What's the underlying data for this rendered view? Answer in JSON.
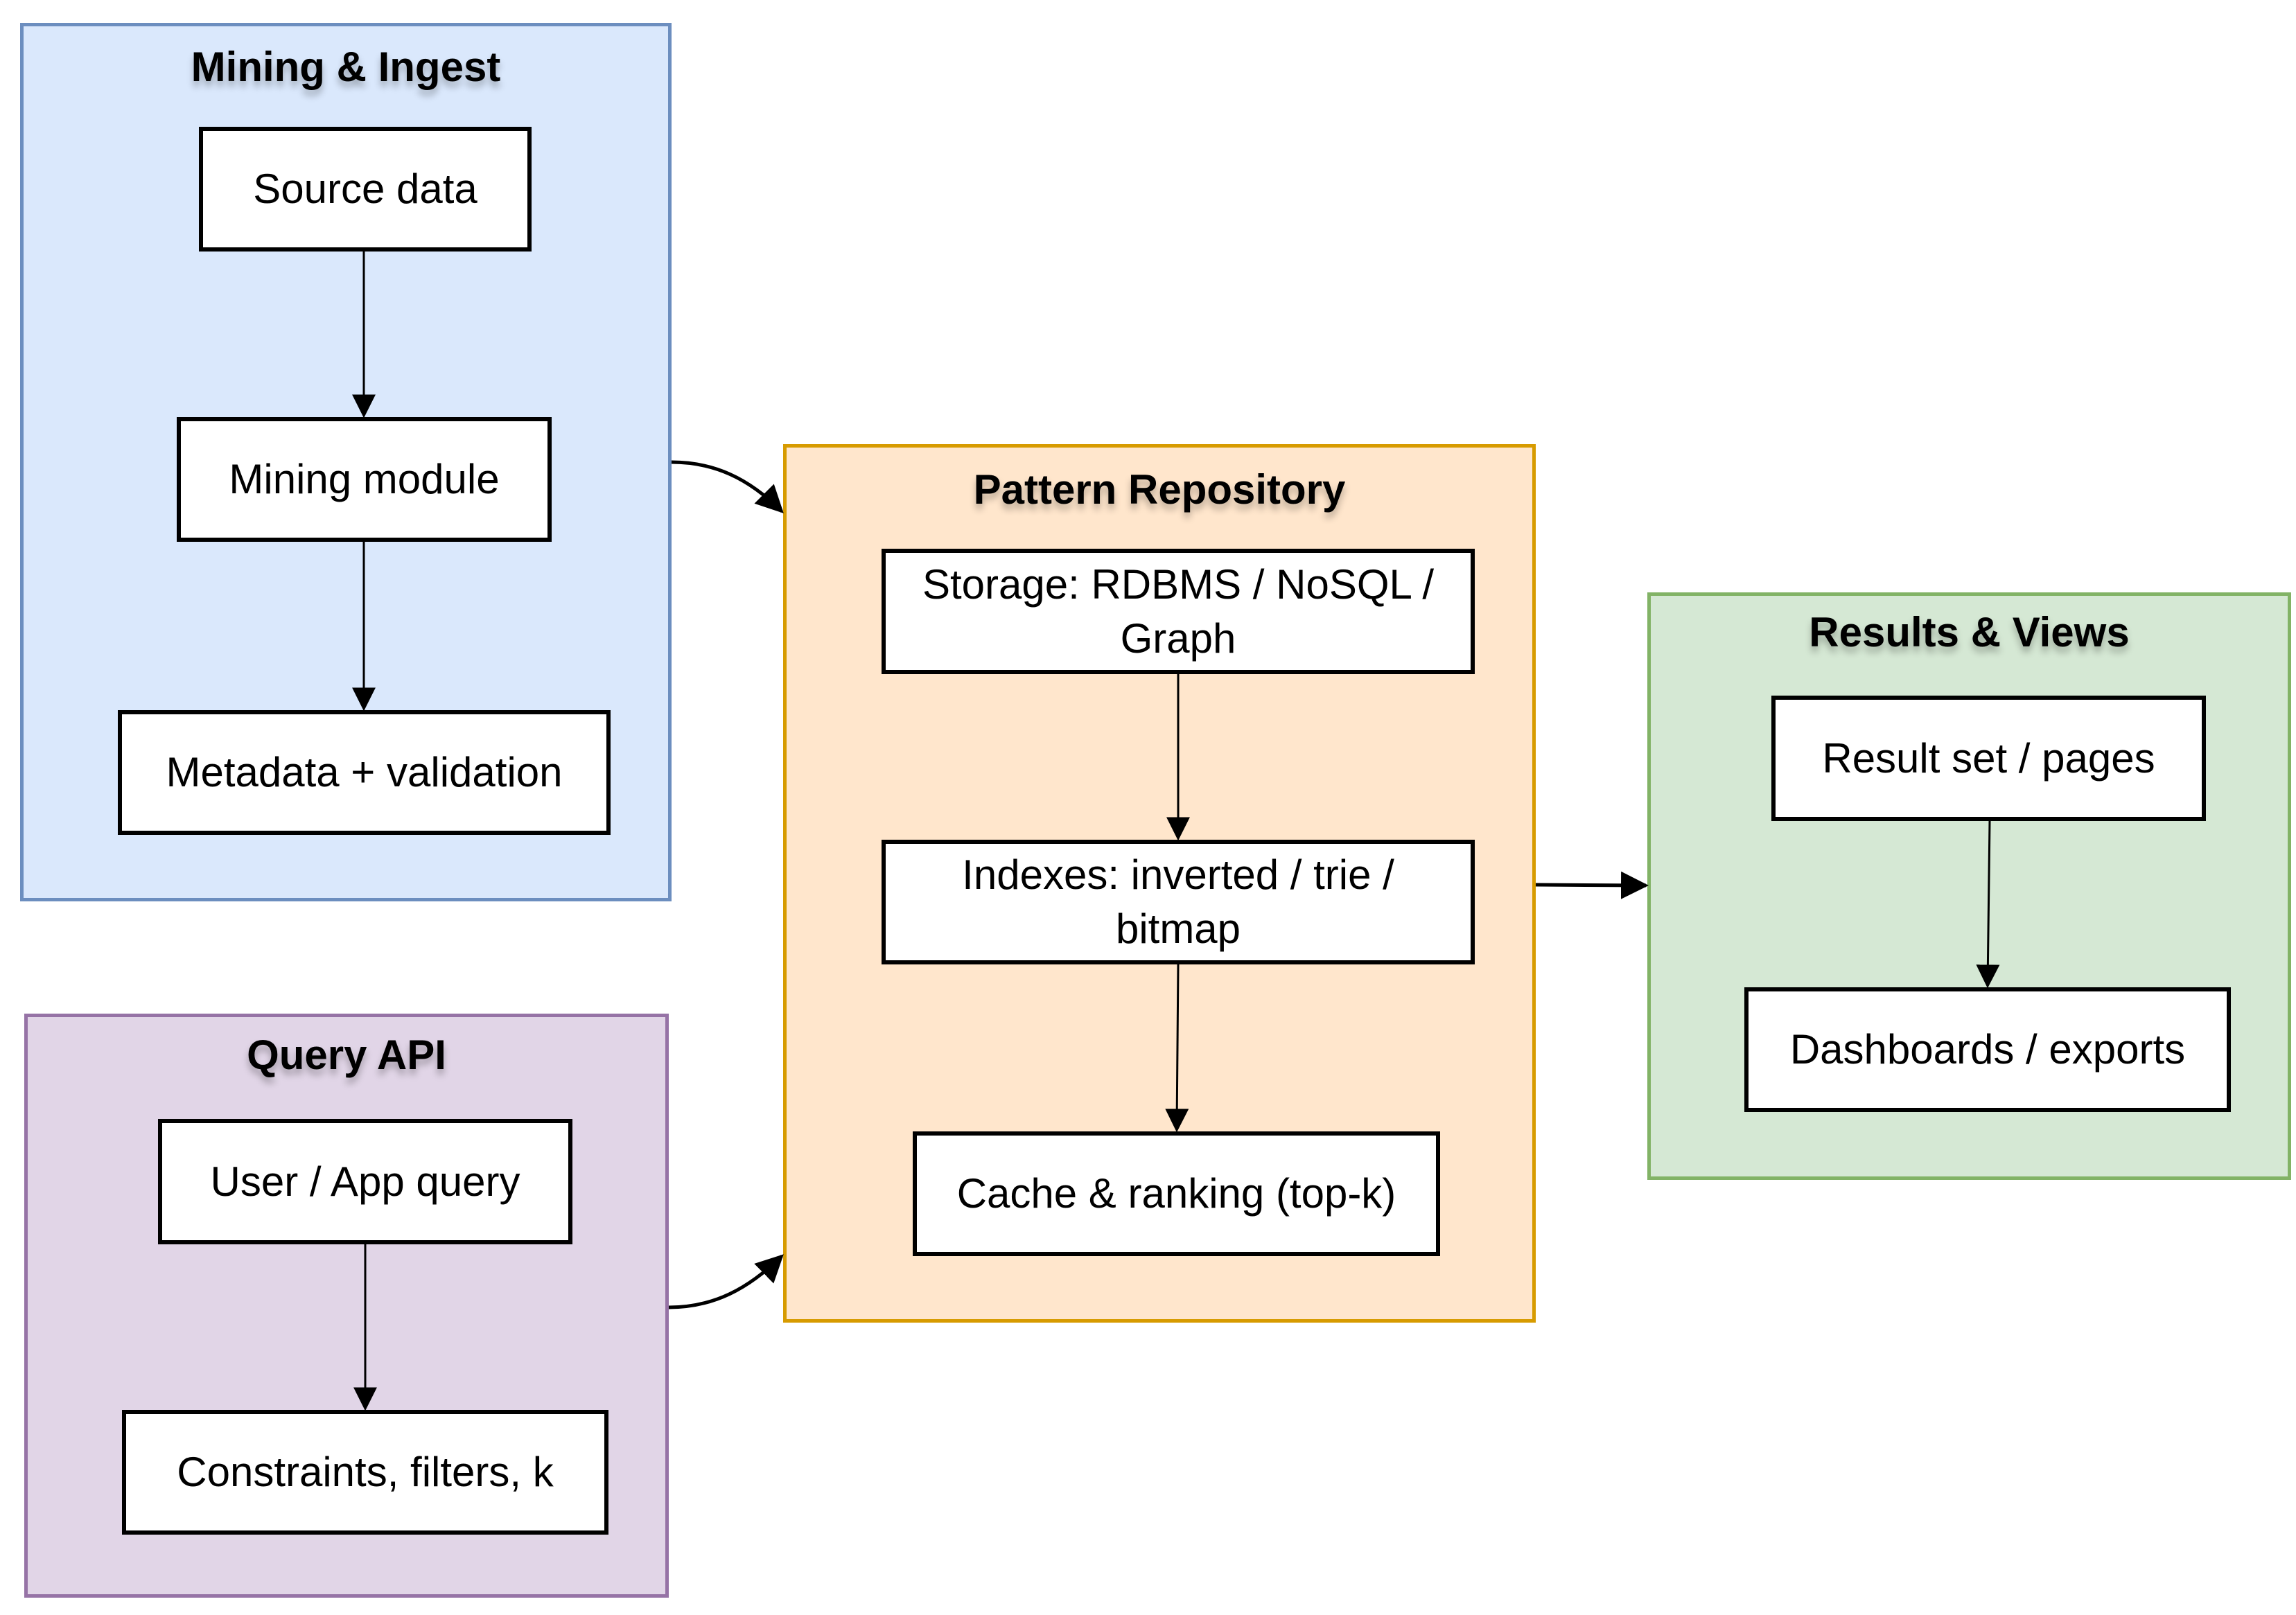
{
  "groups": {
    "mining_ingest": {
      "title": "Mining & Ingest",
      "color_fill": "#dae8fc",
      "color_stroke": "#6c8ebf",
      "nodes": [
        "Source data",
        "Mining module",
        "Metadata + validation"
      ]
    },
    "query_api": {
      "title": "Query API",
      "color_fill": "#e1d5e7",
      "color_stroke": "#9673a6",
      "nodes": [
        "User / App query",
        "Constraints, filters, k"
      ]
    },
    "pattern_repository": {
      "title": "Pattern Repository",
      "color_fill": "#ffe6cc",
      "color_stroke": "#d79b00",
      "nodes": [
        "Storage: RDBMS / NoSQL / Graph",
        "Indexes: inverted / trie / bitmap",
        "Cache & ranking (top-k)"
      ]
    },
    "results_views": {
      "title": "Results & Views",
      "color_fill": "#d5e8d4",
      "color_stroke": "#82b366",
      "nodes": [
        "Result set / pages",
        "Dashboards / exports"
      ]
    }
  },
  "edges": [
    {
      "from": "Source data",
      "to": "Mining module"
    },
    {
      "from": "Mining module",
      "to": "Metadata + validation"
    },
    {
      "from": "User / App query",
      "to": "Constraints, filters, k"
    },
    {
      "from": "Storage: RDBMS / NoSQL / Graph",
      "to": "Indexes: inverted / trie / bitmap"
    },
    {
      "from": "Indexes: inverted / trie / bitmap",
      "to": "Cache & ranking (top-k)"
    },
    {
      "from": "Result set / pages",
      "to": "Dashboards / exports"
    },
    {
      "from": "Mining & Ingest",
      "to": "Pattern Repository"
    },
    {
      "from": "Query API",
      "to": "Pattern Repository"
    },
    {
      "from": "Pattern Repository",
      "to": "Results & Views"
    }
  ]
}
